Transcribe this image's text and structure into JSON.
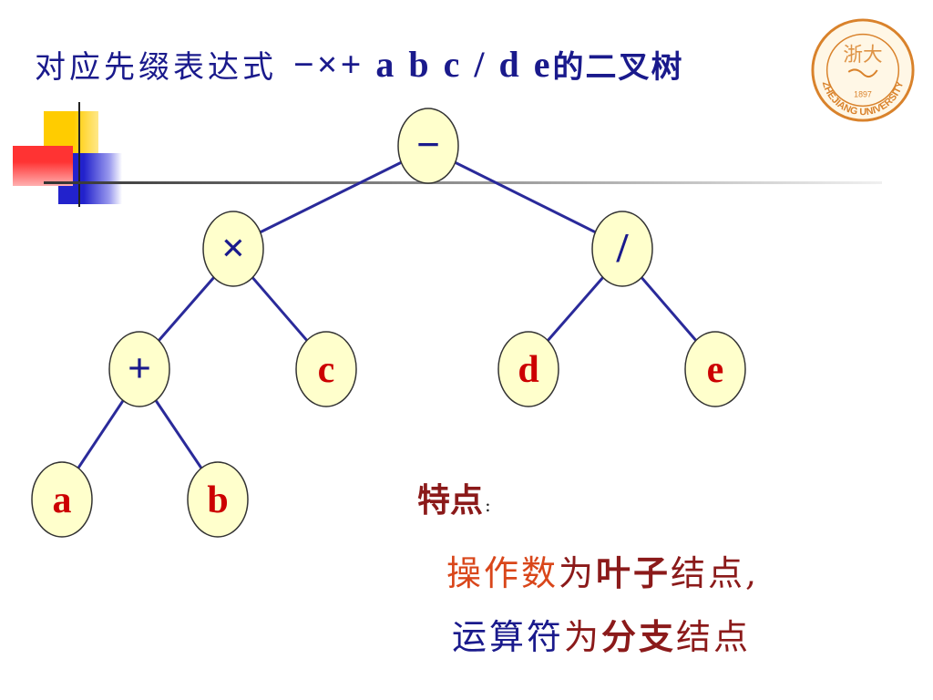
{
  "title": {
    "prefix": "对应先缀表达式",
    "expression": "−×+ a b c / d e",
    "suffix": "的二叉树"
  },
  "logo": {
    "text": "ZHEJIANG UNIVERSITY",
    "year": "1897",
    "top_glyphs": "浙大"
  },
  "tree": {
    "nodes": [
      {
        "id": "minus",
        "label": "−",
        "parent": null
      },
      {
        "id": "times",
        "label": "×",
        "parent": "minus"
      },
      {
        "id": "div",
        "label": "/",
        "parent": "minus"
      },
      {
        "id": "plus",
        "label": "+",
        "parent": "times"
      },
      {
        "id": "c",
        "label": "c",
        "parent": "times"
      },
      {
        "id": "d",
        "label": "d",
        "parent": "div"
      },
      {
        "id": "e",
        "label": "e",
        "parent": "div"
      },
      {
        "id": "a",
        "label": "a",
        "parent": "plus"
      },
      {
        "id": "b",
        "label": "b",
        "parent": "plus"
      }
    ],
    "operator_color": "#1a1a8c",
    "operand_color": "#cc0000",
    "node_fill": "#ffffcc",
    "edge_color": "#2a2a9a"
  },
  "notes": {
    "heading": "特点",
    "colon": ":",
    "line1": {
      "operand": "操作数",
      "is": "为",
      "leaf": "叶子",
      "tail": "结点,"
    },
    "line2": {
      "operator": "运算符",
      "is": "为",
      "branch": "分支",
      "tail": "结点"
    }
  },
  "colors": {
    "title": "#1a1a8c",
    "accent_yellow": "#ffcc00",
    "accent_red": "#ff3333",
    "accent_blue": "#2222cc"
  }
}
